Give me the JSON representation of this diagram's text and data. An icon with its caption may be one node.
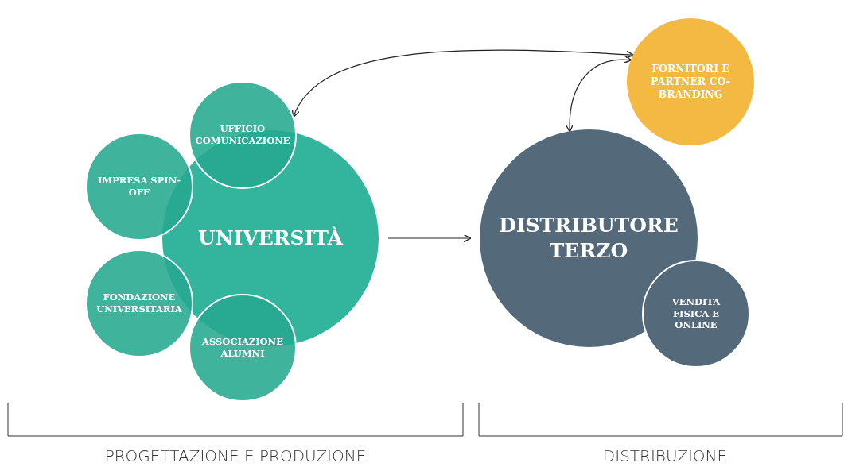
{
  "diagram": {
    "nodes": [
      {
        "text": [
          "UNIVERSITÀ"
        ]
      },
      {
        "text": [
          "UFFICIO COMUNICAZIONE"
        ]
      },
      {
        "text": [
          "IMPRESA SPIN-OFF"
        ]
      },
      {
        "text": [
          "FONDAZIONE UNIVERSITARIA"
        ]
      },
      {
        "text": [
          "ASSOCIAZIONE ALUMNI"
        ]
      },
      {
        "text": [
          "DISTRIBUTORE TERZO"
        ]
      },
      {
        "text": [
          "VENDITA FISICA E ONLINE"
        ]
      },
      {
        "text": [
          "FORNITORI E PARTNER CO-BRANDING"
        ]
      }
    ],
    "edges": [
      {
        "from": 0,
        "to": 5,
        "arrow": "to"
      },
      {
        "from": 7,
        "to": 1,
        "arrow": "both"
      },
      {
        "from": 7,
        "to": 5,
        "arrow": "both"
      }
    ],
    "labels": [
      "PROGETTAZIONE E PRODUZIONE",
      "DISTRIBUZIONE"
    ]
  }
}
